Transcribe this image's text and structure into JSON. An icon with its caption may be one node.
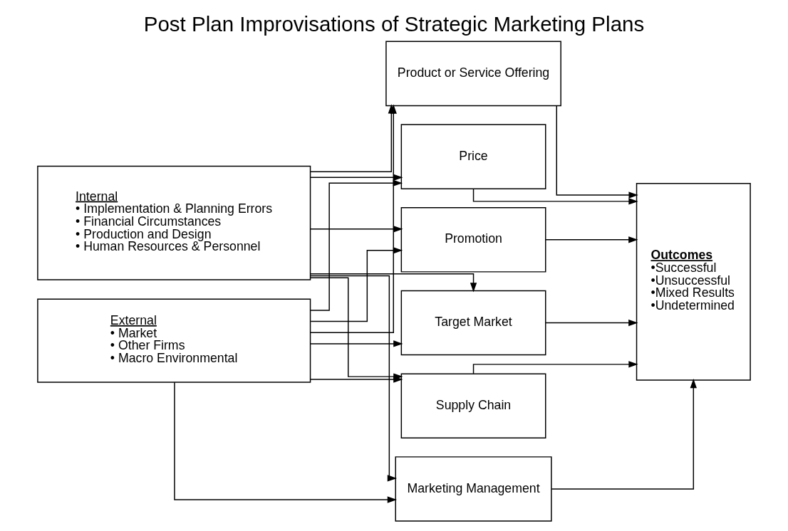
{
  "diagram": {
    "title": "Post Plan Improvisations of Strategic Marketing Plans",
    "nodes": [
      {
        "text": [
          "Internal",
          "• Implementation & Planning Errors",
          "• Financial Circumstances",
          "• Production and Design",
          "• Human Resources & Personnel"
        ]
      },
      {
        "text": [
          "External",
          "• Market",
          "• Other Firms",
          "• Macro Environmental"
        ]
      },
      {
        "text": [
          "Product or Service Offering"
        ]
      },
      {
        "text": [
          "Price"
        ]
      },
      {
        "text": [
          "Promotion"
        ]
      },
      {
        "text": [
          "Target Market"
        ]
      },
      {
        "text": [
          "Supply Chain"
        ]
      },
      {
        "text": [
          "Marketing Management"
        ]
      },
      {
        "text": [
          "Outcomes",
          "•Successful",
          "•Unsuccessful",
          "•Mixed Results",
          "•Undetermined"
        ]
      }
    ],
    "edges": [
      {
        "from": 0,
        "to": 2,
        "arrow": "to"
      },
      {
        "from": 0,
        "to": 3,
        "arrow": "to"
      },
      {
        "from": 0,
        "to": 4,
        "arrow": "to"
      },
      {
        "from": 0,
        "to": 5,
        "arrow": "to"
      },
      {
        "from": 0,
        "to": 6,
        "arrow": "to"
      },
      {
        "from": 0,
        "to": 7,
        "arrow": "to"
      },
      {
        "from": 1,
        "to": 2,
        "arrow": "to"
      },
      {
        "from": 1,
        "to": 3,
        "arrow": "to"
      },
      {
        "from": 1,
        "to": 4,
        "arrow": "to"
      },
      {
        "from": 1,
        "to": 5,
        "arrow": "to"
      },
      {
        "from": 1,
        "to": 6,
        "arrow": "to"
      },
      {
        "from": 1,
        "to": 7,
        "arrow": "to"
      },
      {
        "from": 2,
        "to": 8,
        "arrow": "to"
      },
      {
        "from": 3,
        "to": 8,
        "arrow": "to"
      },
      {
        "from": 4,
        "to": 8,
        "arrow": "to"
      },
      {
        "from": 5,
        "to": 8,
        "arrow": "to"
      },
      {
        "from": 6,
        "to": 8,
        "arrow": "to"
      },
      {
        "from": 7,
        "to": 8,
        "arrow": "to"
      }
    ]
  }
}
